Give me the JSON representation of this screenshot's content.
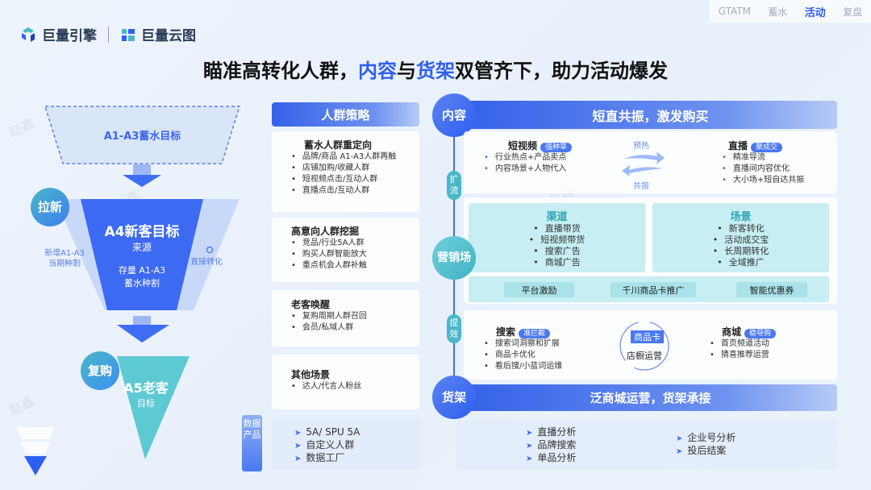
{
  "nav_tabs": [
    {
      "label": "GTATM",
      "active": false
    },
    {
      "label": "蓄水",
      "active": false
    },
    {
      "label": "活动",
      "active": true
    },
    {
      "label": "复盘",
      "active": false
    }
  ],
  "logos": {
    "left": "巨量引擎",
    "right": "巨量云图"
  },
  "title": {
    "part1": "瞄准高转化人群，",
    "hl1": "内容",
    "mid": "与",
    "hl2": "货架",
    "part2": "双管齐下，助力活动爆发"
  },
  "funnel": {
    "top": "A1-A3蓄水目标",
    "la_xin": "拉新",
    "a4_title": "A4新客目标",
    "a4_sub": "来源",
    "a4_stock": "存量 A1-A3",
    "a4_stock2": "蓄水种割",
    "left_note1": "新增A1-A3",
    "left_note2": "当期种割",
    "right_note": "直接转化",
    "fu_gou": "复购",
    "a5_title": "A5老客",
    "a5_sub": "目标"
  },
  "strategy": {
    "header": "人群策略",
    "cards": [
      {
        "title": "蓄水人群重定向",
        "items": [
          "品牌/商品 A1-A3人群再触",
          "店铺加购/收藏人群",
          "短视频点击/互动人群",
          "直播点击/互动人群"
        ]
      },
      {
        "title": "高意向人群挖掘",
        "items": [
          "竞品/行业5A人群",
          "购买人群智能放大",
          "重点机会人群补触"
        ]
      },
      {
        "title": "老客唤醒",
        "items": [
          "复购周期人群召回",
          "会员/私域人群"
        ]
      },
      {
        "title": "其他场景",
        "items": [
          "达人/代言人粉丝"
        ]
      }
    ],
    "data_label": "数据产品",
    "data_items": [
      "5A/ SPU 5A",
      "自定义人群",
      "数据工厂"
    ]
  },
  "content": {
    "circle": "内容",
    "header": "短直共振，激发购买",
    "short_video": {
      "title": "短视频",
      "tag": "强种草",
      "items": [
        "行业热点+产品卖点",
        "内容场景+人物代入"
      ]
    },
    "arrow_top": "预热",
    "arrow_bottom": "共振",
    "live": {
      "title": "直播",
      "tag": "聚成交",
      "items": [
        "精准导流",
        "直播间内容优化",
        "大小场+短自达共振"
      ]
    },
    "expand": "扩流"
  },
  "marketing": {
    "circle": "营销场",
    "channel": {
      "title": "渠道",
      "items": [
        "直播带货",
        "短视频带货",
        "搜索广告",
        "商城广告"
      ]
    },
    "scene": {
      "title": "场景",
      "items": [
        "新客转化",
        "活动成交宝",
        "长周期转化",
        "全域推广"
      ]
    },
    "tools": [
      "平台激励",
      "千川商品卡推广",
      "智能优惠券"
    ],
    "efficiency": "提效"
  },
  "search": {
    "search": {
      "title": "搜索",
      "tag": "准拦截",
      "items": [
        "搜索词洞察和扩展",
        "商品卡优化",
        "看后搜/小蓝词运维"
      ]
    },
    "card_top": "商品卡",
    "card_bottom": "店橱运营",
    "mall": {
      "title": "商城",
      "tag": "稳导购",
      "items": [
        "首页频道活动",
        "猜喜推荐运营"
      ]
    }
  },
  "shelf": {
    "circle": "货架",
    "header": "泛商城运营，货架承接",
    "col1": [
      "直播分析",
      "品牌搜索",
      "单品分析"
    ],
    "col2": [
      "企业号分析",
      "投后结案"
    ]
  },
  "watermark": "赵鑫",
  "colors": {
    "accent": "#2f5ff0",
    "teal": "#4ab7c9"
  }
}
